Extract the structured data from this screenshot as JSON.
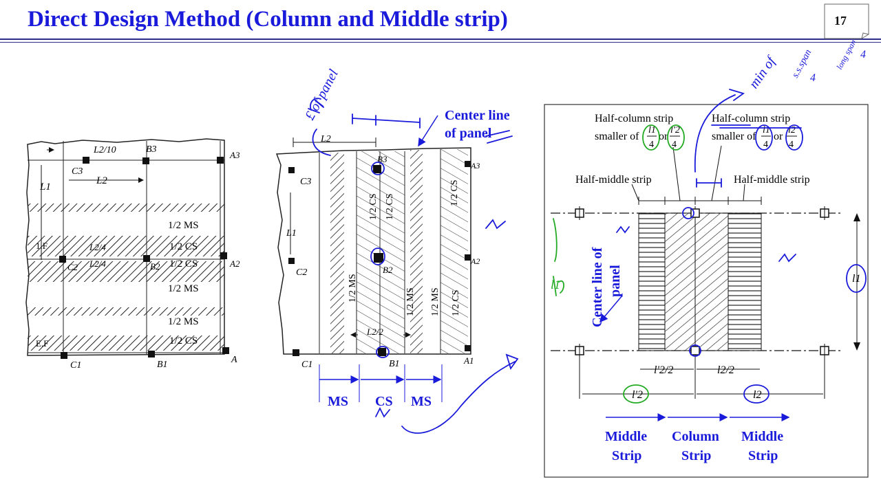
{
  "slide": {
    "title": "Direct Design Method (Column and Middle strip)",
    "page_number": "17"
  },
  "fig1": {
    "labels": {
      "c3": "C3",
      "l2_10": "L2/10",
      "b3": "B3",
      "a3": "A3",
      "l1": "L1",
      "l2": "L2",
      "c2": "C2",
      "b2": "B2",
      "a2": "A2",
      "l2_4_top": "L2/4",
      "l2_4_bot": "L2/4",
      "cs_left": "1.F",
      "c1": "C1",
      "b1": "B1",
      "a1": "A",
      "ef": "E.F"
    },
    "strips": [
      "1/2 MS",
      "1/2 CS",
      "1/2 CS",
      "1/2 MS",
      "1/2 MS",
      "1/2 CS"
    ]
  },
  "fig2": {
    "labels": {
      "l2": "L2",
      "c3": "C3",
      "b3": "B3",
      "a3": "A3",
      "l1": "L1",
      "c2": "C2",
      "b2": "B2",
      "a2": "A2",
      "c1": "C1",
      "b1": "B1",
      "a1": "A1",
      "l2_2": "L2/2"
    },
    "strips": [
      "1/2 MS",
      "1/2 CS",
      "1/2 CS",
      "1/2 MS",
      "1/2 MS",
      "1/2 CS",
      "1/2 CS"
    ],
    "center_line": [
      "Center line",
      "of panel"
    ],
    "bottom": [
      "MS",
      "CS",
      "MS"
    ],
    "handwriting": "£ of panel"
  },
  "fig3": {
    "half_col_left": [
      "Half-column strip",
      "smaller of",
      "or"
    ],
    "half_col_right": [
      "Half-column strip",
      "smaller of",
      "or"
    ],
    "frac": {
      "l1": "l1",
      "l2p": "l'2",
      "l2": "l2",
      "d4": "4"
    },
    "half_middle_left": "Half-middle strip",
    "half_middle_right": "Half-middle strip",
    "center_line": [
      "Center line of",
      "panel"
    ],
    "dim_l1": "l1",
    "dim_l2p_half": "l'2/2",
    "dim_l2_half": "l2/2",
    "dim_l2p": "l'2",
    "dim_l2": "l2",
    "bottom": [
      [
        "Middle",
        "Strip"
      ],
      [
        "Column",
        "Strip"
      ],
      [
        "Middle",
        "Strip"
      ]
    ]
  },
  "annotations": {
    "min_note": "min of",
    "ss_span": "s.s.span",
    "long_span": "long span",
    "four": "4",
    "l1_hand": "l1"
  }
}
